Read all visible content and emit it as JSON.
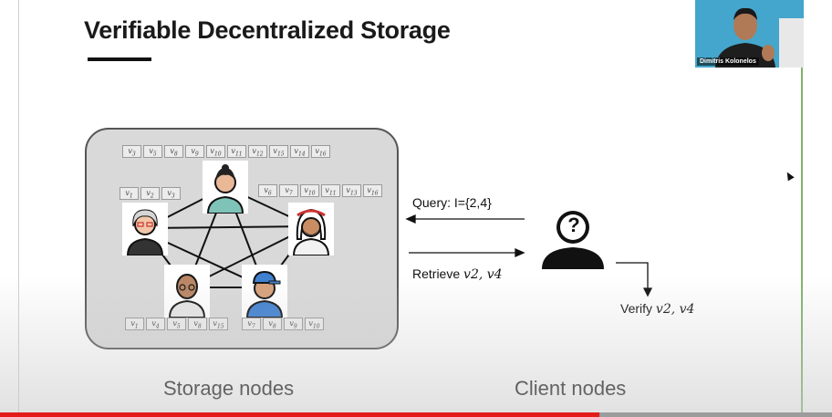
{
  "slide": {
    "title": "Verifiable Decentralized Storage",
    "storage_label": "Storage nodes",
    "client_label": "Client nodes"
  },
  "blocks": {
    "top": [
      "v3",
      "v5",
      "v8",
      "v9",
      "v10",
      "v11",
      "v12",
      "v15",
      "v14",
      "v16"
    ],
    "left": [
      "v1",
      "v2",
      "v3"
    ],
    "right": [
      "v6",
      "v7",
      "v10",
      "v11",
      "v13",
      "v16"
    ],
    "bottom_left": [
      "v1",
      "v4",
      "v5",
      "v8",
      "v15"
    ],
    "bottom_right": [
      "v7",
      "v8",
      "v9",
      "v10"
    ]
  },
  "arrows": {
    "query": "Query: I={2,4}",
    "retrieve_prefix": "Retrieve",
    "retrieve_vars": "v2, v4",
    "verify_prefix": "Verify",
    "verify_vars": "v2, v4"
  },
  "client": {
    "icon": "?"
  },
  "webcam": {
    "name": "Dimitris Kolonelos"
  },
  "video": {
    "progress": 0.72
  }
}
